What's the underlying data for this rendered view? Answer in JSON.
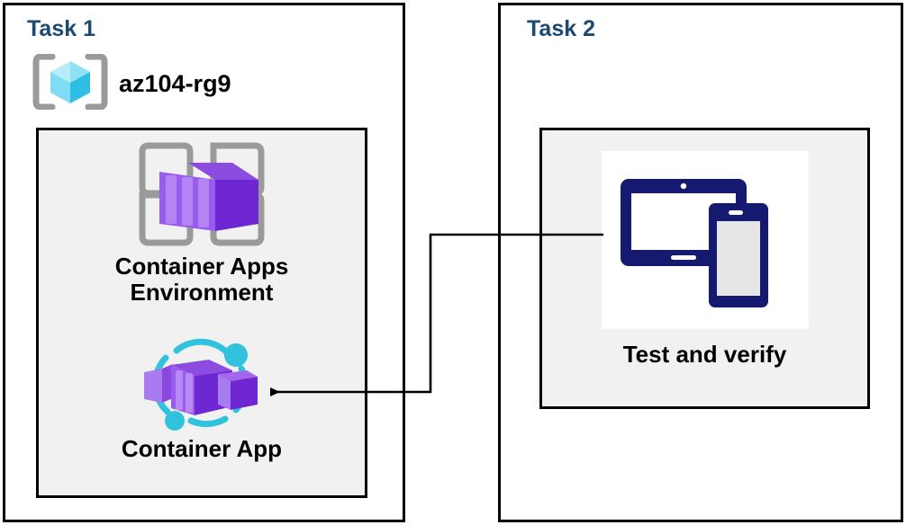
{
  "diagram": {
    "title_color": "#1b4a72",
    "panel_border_color": "#000000",
    "group_fill": "#f1f1f1",
    "tasks": [
      {
        "id": "task1",
        "title": "Task 1",
        "resource_group": {
          "name": "az104-rg9",
          "icon": "resource-group-icon"
        },
        "nodes": [
          {
            "id": "env",
            "label": "Container Apps\nEnvironment",
            "icon": "container-apps-environment-icon"
          },
          {
            "id": "app",
            "label": "Container App",
            "icon": "container-app-icon"
          }
        ]
      },
      {
        "id": "task2",
        "title": "Task 2",
        "nodes": [
          {
            "id": "verify",
            "label": "Test and verify",
            "icon": "devices-icon"
          }
        ]
      }
    ],
    "connector": {
      "id": "verify-to-app-connector",
      "from": "Test and verify",
      "to": "Container App",
      "arrow_direction": "left",
      "color": "#000000"
    },
    "palette": {
      "azure_cube_light": "#9ee7f7",
      "azure_cube_mid": "#32c8ea",
      "azure_cube_dark": "#23b0d8",
      "bracket_gray": "#9a9a9a",
      "container_purple_light": "#a97bf0",
      "container_purple_mid": "#8f4fe0",
      "container_purple_dark": "#6f27d4",
      "arc_cyan": "#31c3dd",
      "device_navy": "#151a70"
    }
  }
}
